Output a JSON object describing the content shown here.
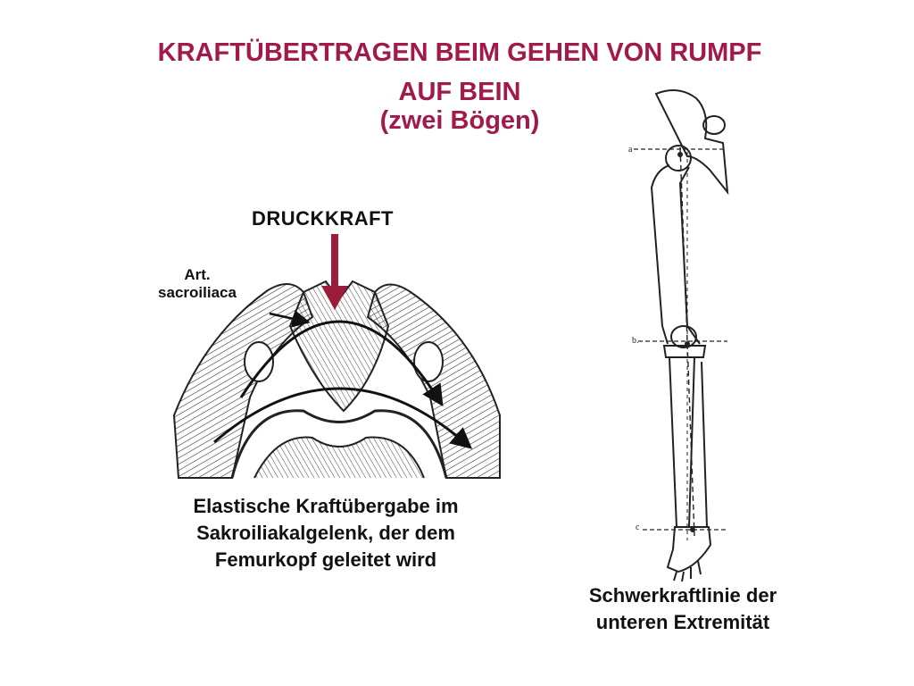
{
  "slide": {
    "title_line1": "KRAFTÜBERTRAGEN BEIM GEHEN VON RUMPF",
    "title_line2": "AUF BEIN",
    "subtitle": "(zwei Bögen)"
  },
  "pelvis_figure": {
    "force_label": "DRUCKKRAFT",
    "joint_label_line1": "Art.",
    "joint_label_line2": "sacroiliaca",
    "caption_line1": "Elastische Kraftübergabe im",
    "caption_line2": "Sakroiliakalgelenk, der dem",
    "caption_line3": "Femurkopf geleitet wird",
    "arrow_color": "#9b1b3a"
  },
  "leg_figure": {
    "marker_a": "a",
    "marker_b": "b.",
    "marker_c": "c",
    "caption_line1": "Schwerkraftlinie der",
    "caption_line2": "unteren Extremität"
  },
  "colors": {
    "title": "#a01a4a",
    "text": "#111111"
  }
}
